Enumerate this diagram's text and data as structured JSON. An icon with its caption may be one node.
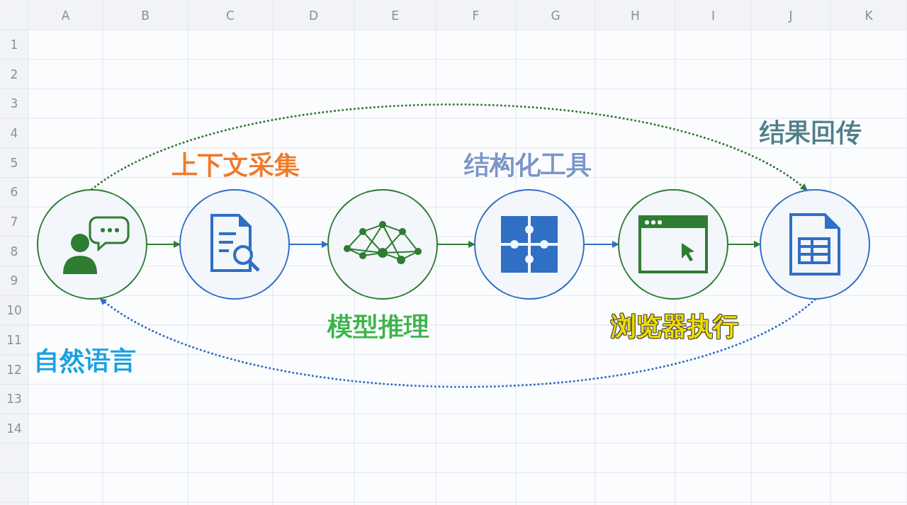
{
  "diagram": {
    "nodes": [
      {
        "text": [],
        "shape": "circle",
        "beside": [
          "自然语言"
        ]
      },
      {
        "text": [],
        "shape": "circle",
        "beside": [
          "上下文采集"
        ]
      },
      {
        "text": [],
        "shape": "circle",
        "beside": [
          "模型推理"
        ]
      },
      {
        "text": [],
        "shape": "circle",
        "beside": [
          "结构化工具"
        ]
      },
      {
        "text": [],
        "shape": "circle",
        "beside": [
          "浏览器执行"
        ]
      },
      {
        "text": [],
        "shape": "circle",
        "beside": [
          "结果回传"
        ]
      }
    ],
    "edges": [
      {
        "from": 0,
        "to": 1,
        "arrow": "to"
      },
      {
        "from": 1,
        "to": 2,
        "arrow": "to",
        "color": "#2f6fc4"
      },
      {
        "from": 2,
        "to": 3,
        "arrow": "to"
      },
      {
        "from": 3,
        "to": 4,
        "arrow": "to",
        "color": "#2f6fc4"
      },
      {
        "from": 4,
        "to": 5,
        "arrow": "to"
      },
      {
        "from": 0,
        "to": 5,
        "arrow": "to",
        "style": "dashed"
      },
      {
        "from": 5,
        "to": 0,
        "arrow": "to",
        "style": "dashed",
        "color": "#2f6fc4"
      }
    ],
    "labels": [
      "A",
      "B",
      "C",
      "D",
      "E",
      "F",
      "G",
      "H",
      "I",
      "J",
      "K",
      "1",
      "2",
      "3",
      "4",
      "5",
      "6",
      "7",
      "8",
      "9",
      "10",
      "11",
      "12",
      "13",
      "14"
    ]
  }
}
